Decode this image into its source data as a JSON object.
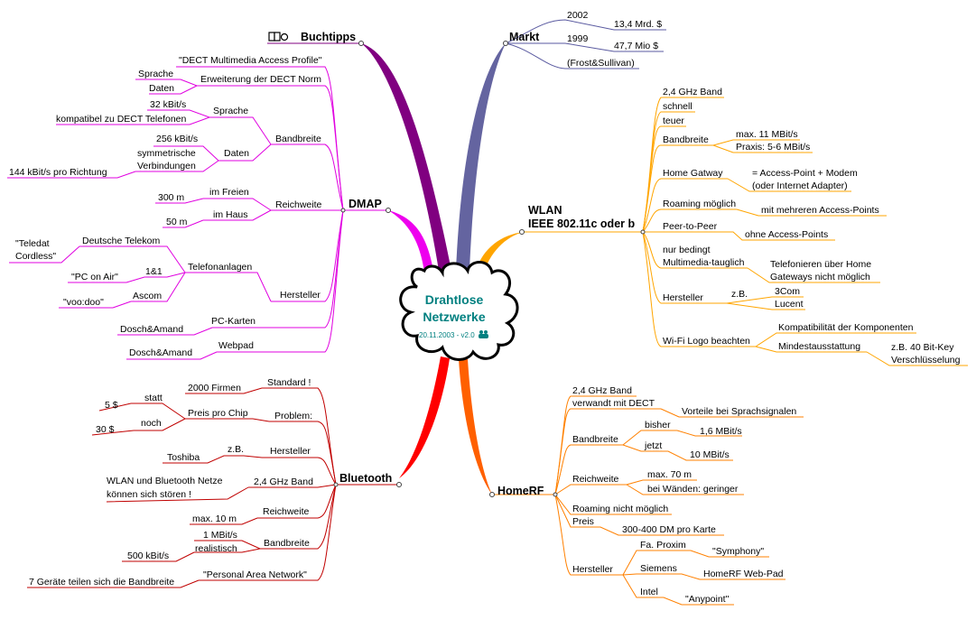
{
  "center": {
    "title_line1": "Drahtlose",
    "title_line2": "Netzwerke",
    "date": "20.11.2003 - v2.0"
  },
  "colors": {
    "markt": "#5a5aa0",
    "wlan": "#ffa500",
    "homerf": "#ff7000",
    "bluetooth": "#c00000",
    "dmap": "#ee00ee",
    "buchtipps": "#800080"
  },
  "icons": {
    "buchtipps": "book-icon",
    "center": "people-icon"
  },
  "branches": {
    "markt": {
      "label": "Markt",
      "items": {
        "y2002": "2002",
        "v2002": "13,4 Mrd. $",
        "y1999": "1999",
        "v1999": "47,7 Mio $",
        "source": "(Frost&Sullivan)"
      }
    },
    "wlan": {
      "label1": "WLAN",
      "label2": "IEEE 802.11c oder b",
      "items": {
        "band": "2,4 GHz Band",
        "schnell": "schnell",
        "teuer": "teuer",
        "bandbreite": "Bandbreite",
        "bb_max": "max. 11 MBit/s",
        "bb_praxis": "Praxis: 5-6 MBit/s",
        "gateway": "Home Gatway",
        "gw1": "= Access-Point + Modem",
        "gw2": "(oder Internet Adapter)",
        "roaming": "Roaming möglich",
        "roaming_sub": "mit mehreren Access-Points",
        "p2p": "Peer-to-Peer",
        "p2p_sub": "ohne Access-Points",
        "mm1": "nur bedingt",
        "mm2": "Multimedia-tauglich",
        "mm_sub1": "Telefonieren über Home",
        "mm_sub2": "Gateways nicht möglich",
        "hersteller": "Hersteller",
        "zb": "z.B.",
        "h1": "3Com",
        "h2": "Lucent",
        "wifi": "Wi-Fi Logo beachten",
        "wifi1": "Kompatibilität der Komponenten",
        "wifi2": "Mindestausstattung",
        "wifi2a": "z.B. 40 Bit-Key",
        "wifi2b": "Verschlüsselung"
      }
    },
    "homerf": {
      "label": "HomeRF",
      "items": {
        "band": "2,4 GHz Band",
        "dect": "verwandt mit DECT",
        "dect_sub": "Vorteile bei Sprachsignalen",
        "bandbreite": "Bandbreite",
        "bisher": "bisher",
        "bisher_v": "1,6 MBit/s",
        "jetzt": "jetzt",
        "jetzt_v": "10 MBit/s",
        "reichweite": "Reichweite",
        "rw1": "max. 70 m",
        "rw2": "bei Wänden: geringer",
        "roaming": "Roaming nicht möglich",
        "preis": "Preis",
        "preis_v": "300-400 DM pro Karte",
        "hersteller": "Hersteller",
        "h1": "Fa. Proxim",
        "h1v": "\"Symphony\"",
        "h2": "Siemens",
        "h2v": "HomeRF Web-Pad",
        "h3": "Intel",
        "h3v": "\"Anypoint\""
      }
    },
    "bluetooth": {
      "label": "Bluetooth",
      "items": {
        "standard": "Standard !",
        "firmen": "2000 Firmen",
        "problem": "Problem:",
        "preis": "Preis pro Chip",
        "statt": "statt",
        "p5": "5 $",
        "noch": "noch",
        "p30": "30 $",
        "hersteller": "Hersteller",
        "zb": "z.B.",
        "toshiba": "Toshiba",
        "band": "2,4 GHz Band",
        "stoer1": "WLAN und Bluetooth Netze",
        "stoer2": "können sich stören !",
        "reichweite": "Reichweite",
        "rw": "max. 10 m",
        "bandbreite": "Bandbreite",
        "bb1": "1 MBit/s",
        "bb2": "realistisch",
        "bb3": "500 kBit/s",
        "pan": "\"Personal Area Network\"",
        "pan_sub": "7 Geräte teilen sich die Bandbreite"
      }
    },
    "dmap": {
      "label": "DMAP",
      "items": {
        "profile": "\"DECT Multimedia Access Profile\"",
        "erweiterung": "Erweiterung der DECT Norm",
        "sprache": "Sprache",
        "daten": "Daten",
        "bandbreite": "Bandbreite",
        "bb_sprache": "Sprache",
        "bb_32": "32 kBit/s",
        "bb_kompat": "kompatibel zu DECT Telefonen",
        "bb_daten": "Daten",
        "bb_256": "256 kBit/s",
        "bb_sym1": "symmetrische",
        "bb_sym2": "Verbindungen",
        "bb_144": "144 kBit/s pro Richtung",
        "reichweite": "Reichweite",
        "freien": "im Freien",
        "m300": "300 m",
        "haus": "im Haus",
        "m50": "50 m",
        "hersteller": "Hersteller",
        "telefon": "Telefonanlagen",
        "telekom": "Deutsche Telekom",
        "teledat1": "\"Teledat",
        "teledat2": "Cordless\"",
        "einsundeins": "1&1",
        "pconair": "\"PC on Air\"",
        "ascom": "Ascom",
        "voodoo": "\"voo:doo\"",
        "pckarten": "PC-Karten",
        "dosch1": "Dosch&Amand",
        "webpad": "Webpad",
        "dosch2": "Dosch&Amand"
      }
    },
    "buchtipps": {
      "label": "Buchtipps"
    }
  }
}
